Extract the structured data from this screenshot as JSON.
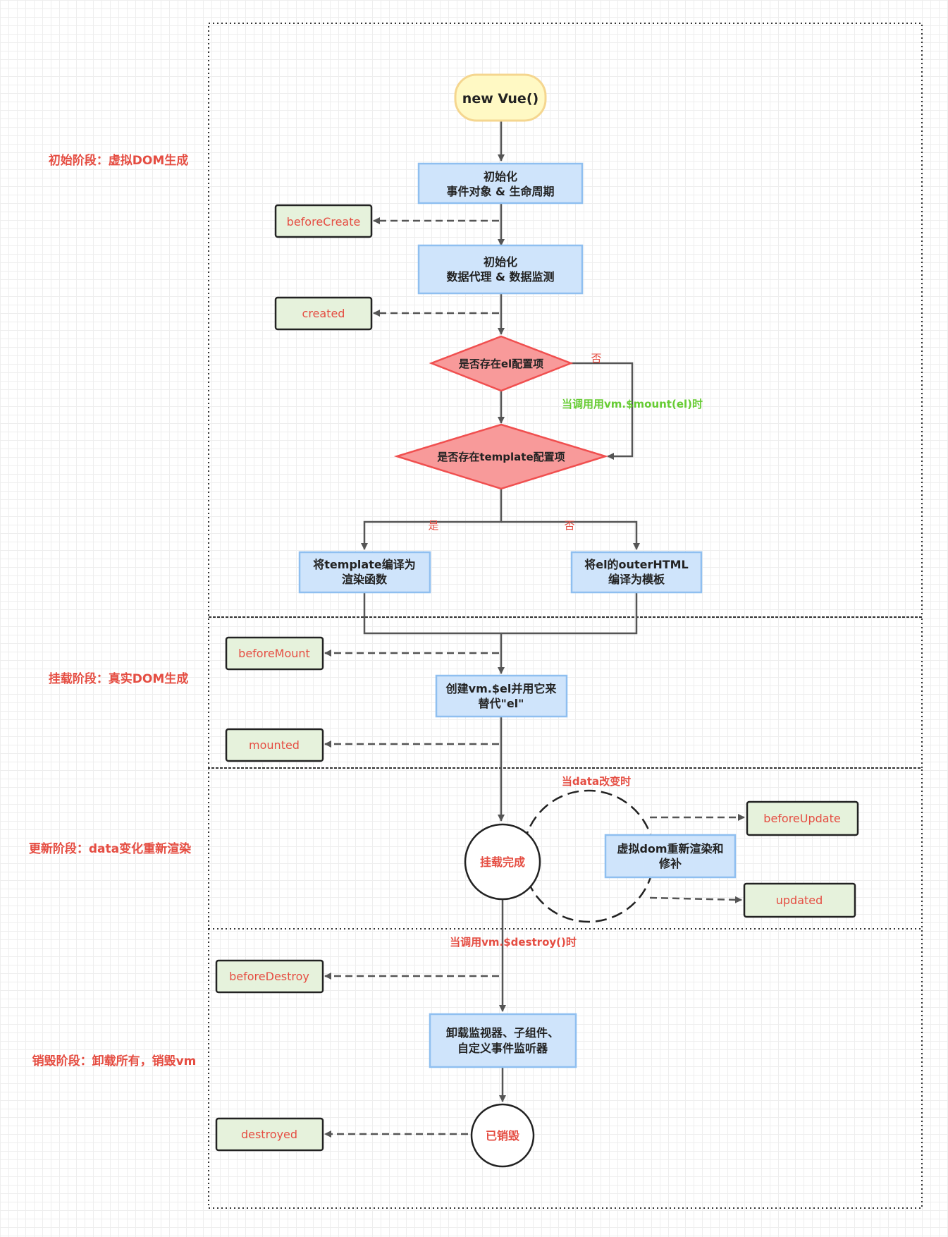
{
  "phases": {
    "init": "初始阶段：虚拟DOM生成",
    "mount": "挂载阶段：真实DOM生成",
    "update": "更新阶段：data变化重新渲染",
    "destroy": "销毁阶段：卸载所有，销毁vm"
  },
  "nodes": {
    "start": "new Vue()",
    "init1": [
      "初始化",
      "事件对象 & 生命周期"
    ],
    "init2": [
      "初始化",
      "数据代理 & 数据监测"
    ],
    "decision_el": "是否存在el配置项",
    "decision_template": "是否存在template配置项",
    "compile_template": [
      "将template编译为",
      "渲染函数"
    ],
    "compile_outer": [
      "将el的outerHTML",
      "编译为模板"
    ],
    "create_el": [
      "创建vm.$el并用它来",
      "替代\"el\""
    ],
    "mounted_done": "挂载完成",
    "vdom_patch": [
      "虚拟dom重新渲染和",
      "修补"
    ],
    "unmount": [
      "卸载监视器、子组件、",
      "自定义事件监听器"
    ],
    "destroyed_done": "已销毁"
  },
  "hooks": {
    "beforeCreate": "beforeCreate",
    "created": "created",
    "beforeMount": "beforeMount",
    "mounted": "mounted",
    "beforeUpdate": "beforeUpdate",
    "updated": "updated",
    "beforeDestroy": "beforeDestroy",
    "destroyed": "destroyed"
  },
  "edge_labels": {
    "el_no": "否",
    "when_mount": "当调用用vm.$mount(el)时",
    "yes": "是",
    "no": "否",
    "data_change": "当data改变时",
    "when_destroy": "当调用vm.$destroy()时"
  },
  "colors": {
    "phase_label": "#e54d42",
    "start_fill": "#fff9c4",
    "start_stroke": "#f5d68f",
    "process_fill": "#cfe4fb",
    "process_stroke": "#8fbff0",
    "decision_fill": "#f89a9a",
    "decision_stroke": "#f04f4f",
    "hook_fill": "#e6f2dc",
    "hook_stroke": "#222222",
    "hook_text": "#e54d42",
    "mount_label": "#66cc33",
    "edge": "#555555"
  }
}
